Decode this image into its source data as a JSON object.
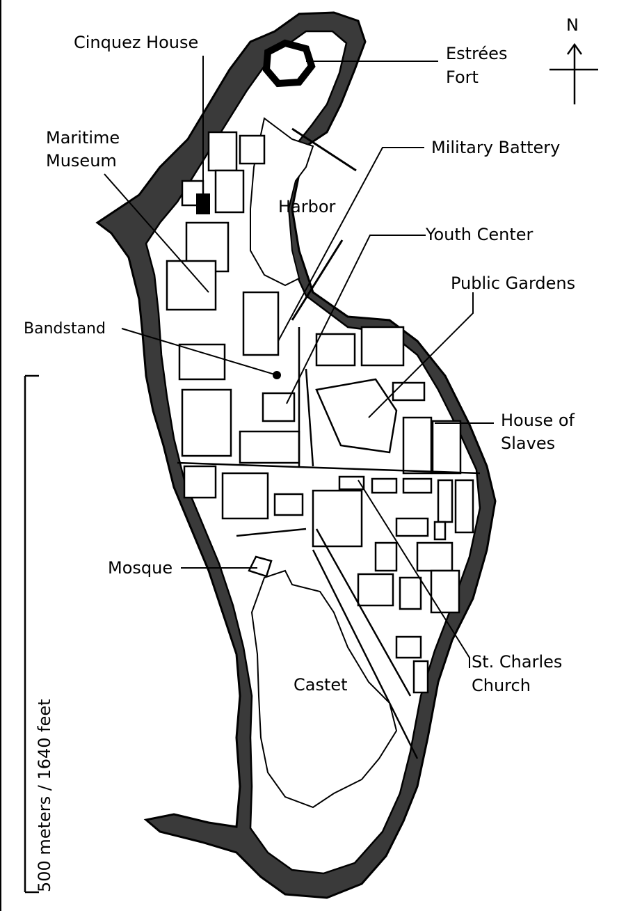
{
  "labels": {
    "cinquez_house": "Cinquez House",
    "estrees_fort_1": "Estrées",
    "estrees_fort_2": "Fort",
    "maritime_museum_1": "Maritime",
    "maritime_museum_2": "Museum",
    "military_battery": "Military Battery",
    "harbor": "Harbor",
    "youth_center": "Youth Center",
    "public_gardens": "Public Gardens",
    "bandstand": "Bandstand",
    "house_of_slaves_1": "House of",
    "house_of_slaves_2": "Slaves",
    "mosque": "Mosque",
    "st_charles_church_1": "St. Charles",
    "st_charles_church_2": "Church",
    "castet": "Castet"
  },
  "north": "N",
  "scale": "500 meters / 1640 feet",
  "colors": {
    "ink": "#000000",
    "land": "#ffffff",
    "rock": "#3a3a3a"
  }
}
